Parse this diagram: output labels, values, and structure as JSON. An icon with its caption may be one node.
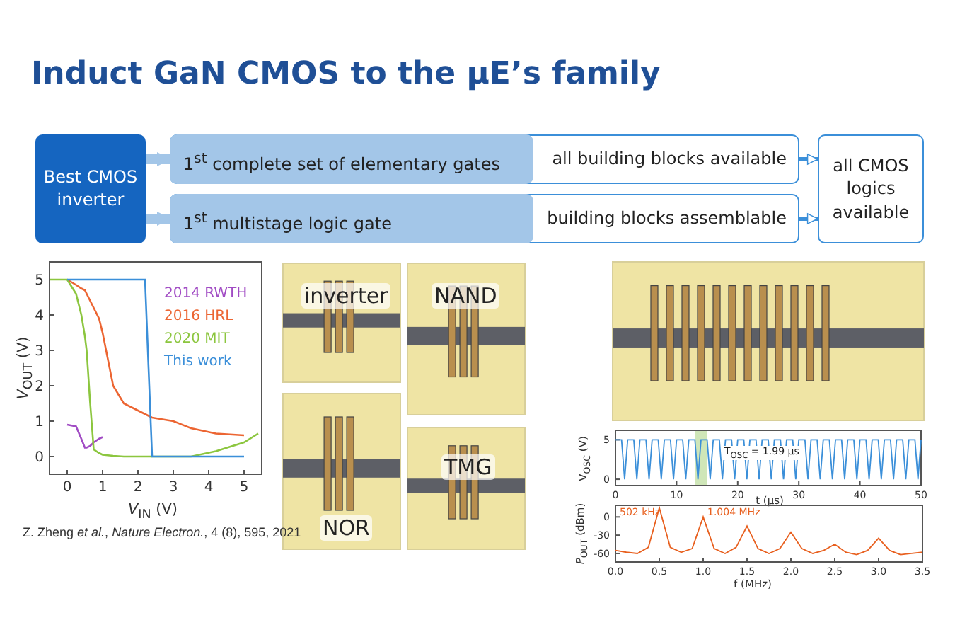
{
  "diagram": {
    "title": "Induct GaN CMOS to the µE’s family",
    "nodes": [
      {
        "text": [
          "Best CMOS inverter"
        ]
      },
      {
        "text": [
          "1$^{st}$ complete set of elementary gates",
          "all building blocks available"
        ]
      },
      {
        "text": [
          "1$^{st}$ multistage logic gate",
          "building blocks assemblable"
        ]
      },
      {
        "text": [
          "all CMOS logics available"
        ]
      }
    ],
    "edges": [
      {
        "from": 0,
        "to": 1,
        "arrow": "to",
        "style": "thick",
        "color": "#a3c6e8"
      },
      {
        "from": 0,
        "to": 2,
        "arrow": "to",
        "style": "thick",
        "color": "#a3c6e8"
      },
      {
        "from": 1,
        "to": 3,
        "arrow": "to",
        "color": "#3b8fd9"
      },
      {
        "from": 2,
        "to": 3,
        "arrow": "to",
        "color": "#3b8fd9"
      }
    ],
    "labels": [
      "inverter",
      "NAND",
      "NOR",
      "TMG",
      "Z. Zheng *et al.*, *Nature Electron.*, 4 (8), 595, 2021"
    ],
    "chart_data": [
      {
        "type": "line",
        "xlabel": "*V*$_{IN}$ (V)",
        "ylabel": "*V*$_{OUT}$ (V)",
        "x": [
          -0.5,
          0,
          0.25,
          0.4,
          0.5,
          0.55,
          0.65,
          0.75,
          0.9,
          1,
          1.1,
          1.3,
          1.6,
          2.2,
          2.3,
          2.4,
          3,
          3.5,
          4.2,
          5,
          5.4
        ],
        "series": [
          {
            "name": "2014 RWTH",
            "color": "#a14cc4",
            "values": [
              null,
              0.9,
              0.85,
              0.5,
              0.25,
              0.25,
              0.3,
              0.4,
              0.5,
              0.55,
              null,
              null,
              null,
              null,
              null,
              null,
              null,
              null,
              null,
              null,
              null
            ]
          },
          {
            "name": "2016 HRL",
            "color": "#ec6532",
            "values": [
              null,
              5,
              4.85,
              4.75,
              4.7,
              4.6,
              4.4,
              4.2,
              3.9,
              3.5,
              3,
              2,
              1.5,
              1.2,
              1.15,
              1.1,
              1,
              0.8,
              0.65,
              0.6,
              null
            ]
          },
          {
            "name": "2020 MIT",
            "color": "#8cc63f",
            "values": [
              5,
              5,
              4.6,
              4,
              3.4,
              3,
              1.5,
              0.2,
              0.1,
              0.05,
              0.04,
              0.02,
              0,
              0,
              0,
              0,
              0,
              0,
              0.15,
              0.4,
              0.65
            ]
          },
          {
            "name": "This work",
            "color": "#3b8fd9",
            "values": [
              null,
              5,
              5,
              5,
              5,
              5,
              5,
              5,
              5,
              5,
              5,
              5,
              5,
              5,
              2.5,
              0,
              0,
              0,
              0,
              0,
              null
            ]
          }
        ],
        "xlim": [
          -0.5,
          5.5
        ],
        "ylim": [
          -0.5,
          5.5
        ],
        "xticks": [
          0,
          1,
          2,
          3,
          4,
          5
        ],
        "yticks": [
          0,
          1,
          2,
          3,
          4,
          5
        ]
      },
      {
        "type": "line",
        "xlabel": "t (µs)",
        "ylabel": "V$_{OSC}$ (V)",
        "x": [
          0,
          0.5,
          1,
          1.5,
          2,
          2.5,
          3,
          3.5,
          4,
          4.5,
          5,
          5.5,
          6,
          6.5,
          7,
          7.5,
          8,
          8.5,
          9,
          9.5,
          10,
          10.5,
          11,
          11.5,
          12,
          12.5,
          13,
          13.5,
          14,
          14.5,
          15,
          15.5,
          16,
          16.5,
          17,
          17.5,
          18,
          18.5,
          19,
          19.5,
          20,
          20.5,
          21,
          21.5,
          22,
          22.5,
          23,
          23.5,
          24,
          24.5,
          25,
          25.5,
          26,
          26.5,
          27,
          27.5,
          28,
          28.5,
          29,
          29.5,
          30,
          30.5,
          31,
          31.5,
          32,
          32.5,
          33,
          33.5,
          34,
          34.5,
          35,
          35.5,
          36,
          36.5,
          37,
          37.5,
          38,
          38.5,
          39,
          39.5,
          40,
          40.5,
          41,
          41.5,
          42,
          42.5,
          43,
          43.5,
          44,
          44.5,
          45,
          45.5,
          46,
          46.5,
          47,
          47.5,
          48,
          48.5,
          49,
          49.5,
          50
        ],
        "series": [
          {
            "color": "#3b8fd9",
            "values": [
              5,
              5,
              5,
              0,
              5,
              5,
              5,
              0,
              5,
              5,
              5,
              0,
              5,
              5,
              5,
              0,
              5,
              5,
              5,
              0,
              5,
              5,
              5,
              0,
              5,
              5,
              5,
              0,
              5,
              5,
              5,
              0,
              5,
              5,
              5,
              0,
              5,
              5,
              5,
              0,
              5,
              5,
              5,
              0,
              5,
              5,
              5,
              0,
              5,
              5,
              5,
              0,
              5,
              5,
              5,
              0,
              5,
              5,
              5,
              0,
              5,
              5,
              5,
              0,
              5,
              5,
              5,
              0,
              5,
              5,
              5,
              0,
              5,
              5,
              5,
              0,
              5,
              5,
              5,
              0,
              5,
              5,
              5,
              0,
              5,
              5,
              5,
              0,
              5,
              5,
              5,
              0,
              5,
              5,
              5,
              0,
              5,
              5,
              5,
              0,
              5
            ]
          }
        ],
        "xlim": [
          0,
          50
        ],
        "ylim": [
          -0.8,
          6.2
        ],
        "xticks": [
          0,
          10,
          20,
          30,
          40,
          50
        ],
        "yticks": [
          0,
          5
        ],
        "annotations": [
          "T$_{OSC}$ = 1.99 µs"
        ]
      },
      {
        "type": "line",
        "xlabel": "f (MHz)",
        "ylabel": "*P*$_{OUT}$ (dBm)",
        "x": [
          0,
          0.125,
          0.25,
          0.375,
          0.5,
          0.625,
          0.75,
          0.875,
          1,
          1.125,
          1.25,
          1.375,
          1.5,
          1.625,
          1.75,
          1.875,
          2,
          2.125,
          2.25,
          2.375,
          2.5,
          2.625,
          2.75,
          2.875,
          3,
          3.125,
          3.25,
          3.375,
          3.5
        ],
        "series": [
          {
            "color": "#e8601f",
            "values": [
              -55,
              -58,
              -60,
              -50,
              15,
              -50,
              -58,
              -52,
              0,
              -52,
              -60,
              -50,
              -15,
              -52,
              -60,
              -52,
              -25,
              -52,
              -60,
              -55,
              -45,
              -58,
              -62,
              -55,
              -35,
              -55,
              -62,
              -60,
              -58
            ]
          }
        ],
        "xlim": [
          0,
          3.5
        ],
        "ylim": [
          -74,
          19
        ],
        "xticks": [
          {
            "value": 0,
            "label": "0.0"
          },
          {
            "value": 0.5,
            "label": "0.5"
          },
          {
            "value": 1,
            "label": "1.0"
          },
          {
            "value": 1.5,
            "label": "1.5"
          },
          {
            "value": 2,
            "label": "2.0"
          },
          {
            "value": 2.5,
            "label": "2.5"
          },
          {
            "value": 3,
            "label": "3.0"
          },
          {
            "value": 3.5,
            "label": "3.5"
          }
        ],
        "yticks": [
          0,
          -30,
          -60
        ],
        "annotations": [
          "502 kHz",
          "1.004 MHz"
        ]
      }
    ]
  }
}
